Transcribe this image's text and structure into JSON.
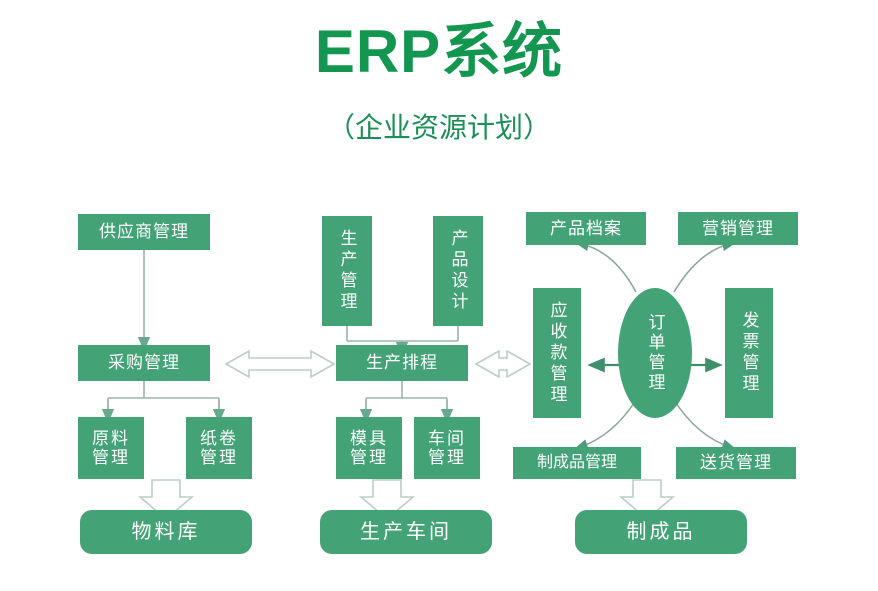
{
  "header": {
    "title": "ERP系统",
    "subtitle": "（企业资源计划）"
  },
  "colors": {
    "node_fill": "#43a276",
    "node_text": "#ffffff",
    "title_green": "#139650",
    "subtitle_green": "#1b8f56",
    "thin_connector": "#9ab6a8",
    "hollow_arrow_stroke": "#b9c9c1",
    "curve_stroke": "#8aa79a",
    "background": "#ffffff"
  },
  "chart_data": {
    "type": "diagram",
    "title": "ERP系统（企业资源计划）",
    "nodes": [
      {
        "id": "supplier",
        "label": "供应商管理",
        "shape": "rect",
        "orientation": "horizontal",
        "column": "left"
      },
      {
        "id": "purchase",
        "label": "采购管理",
        "shape": "rect",
        "orientation": "horizontal",
        "column": "left"
      },
      {
        "id": "raw-material",
        "label": "原料\n管理",
        "shape": "rect",
        "orientation": "horizontal",
        "column": "left"
      },
      {
        "id": "paper-roll",
        "label": "纸卷\n管理",
        "shape": "rect",
        "orientation": "horizontal",
        "column": "left"
      },
      {
        "id": "material-store",
        "label": "物料库",
        "shape": "rounded",
        "orientation": "horizontal",
        "column": "left"
      },
      {
        "id": "production-mgmt",
        "label": "生产管理",
        "shape": "rect",
        "orientation": "vertical",
        "column": "middle"
      },
      {
        "id": "product-design",
        "label": "产品设计",
        "shape": "rect",
        "orientation": "vertical",
        "column": "middle"
      },
      {
        "id": "production-plan",
        "label": "生产排程",
        "shape": "rect",
        "orientation": "horizontal",
        "column": "middle"
      },
      {
        "id": "mould-mgmt",
        "label": "模具\n管理",
        "shape": "rect",
        "orientation": "horizontal",
        "column": "middle"
      },
      {
        "id": "workshop-mgmt",
        "label": "车间\n管理",
        "shape": "rect",
        "orientation": "horizontal",
        "column": "middle"
      },
      {
        "id": "production-shop",
        "label": "生产车间",
        "shape": "rounded",
        "orientation": "horizontal",
        "column": "middle"
      },
      {
        "id": "product-file",
        "label": "产品档案",
        "shape": "rect",
        "orientation": "horizontal",
        "column": "right"
      },
      {
        "id": "marketing",
        "label": "营销管理",
        "shape": "rect",
        "orientation": "horizontal",
        "column": "right"
      },
      {
        "id": "receivable",
        "label": "应收款管理",
        "shape": "rect",
        "orientation": "vertical",
        "column": "right"
      },
      {
        "id": "order-mgmt",
        "label": "订单管理",
        "shape": "ellipse",
        "orientation": "vertical",
        "column": "right"
      },
      {
        "id": "invoice",
        "label": "发票管理",
        "shape": "rect",
        "orientation": "vertical",
        "column": "right"
      },
      {
        "id": "finished-mgmt",
        "label": "制成品管理",
        "shape": "rect",
        "orientation": "horizontal",
        "column": "right"
      },
      {
        "id": "delivery",
        "label": "送货管理",
        "shape": "rect",
        "orientation": "horizontal",
        "column": "right"
      },
      {
        "id": "finished-goods",
        "label": "制成品",
        "shape": "rounded",
        "orientation": "horizontal",
        "column": "right"
      }
    ],
    "edges": [
      {
        "from": "supplier",
        "to": "purchase",
        "style": "thin-arrow"
      },
      {
        "from": "purchase",
        "to": "raw-material",
        "style": "thin-arrow"
      },
      {
        "from": "purchase",
        "to": "paper-roll",
        "style": "thin-arrow"
      },
      {
        "from": "raw-material",
        "to": "material-store",
        "style": "hollow-arrow"
      },
      {
        "from": "production-mgmt",
        "to": "production-plan",
        "style": "thin-arrow"
      },
      {
        "from": "product-design",
        "to": "production-plan",
        "style": "thin-arrow"
      },
      {
        "from": "production-plan",
        "to": "mould-mgmt",
        "style": "thin-arrow"
      },
      {
        "from": "production-plan",
        "to": "workshop-mgmt",
        "style": "thin-arrow"
      },
      {
        "from": "mould-mgmt",
        "to": "production-shop",
        "style": "hollow-arrow"
      },
      {
        "from": "purchase",
        "to": "production-plan",
        "style": "hollow-double-arrow"
      },
      {
        "from": "production-plan",
        "to": "receivable",
        "style": "hollow-double-arrow"
      },
      {
        "from": "order-mgmt",
        "to": "receivable",
        "style": "solid-arrow"
      },
      {
        "from": "order-mgmt",
        "to": "invoice",
        "style": "solid-arrow"
      },
      {
        "from": "order-mgmt",
        "to": "product-file",
        "style": "curved-arrow"
      },
      {
        "from": "order-mgmt",
        "to": "marketing",
        "style": "curved-arrow"
      },
      {
        "from": "order-mgmt",
        "to": "finished-mgmt",
        "style": "curved-arrow"
      },
      {
        "from": "order-mgmt",
        "to": "delivery",
        "style": "curved-arrow"
      },
      {
        "from": "finished-mgmt",
        "to": "finished-goods",
        "style": "hollow-arrow"
      }
    ]
  }
}
